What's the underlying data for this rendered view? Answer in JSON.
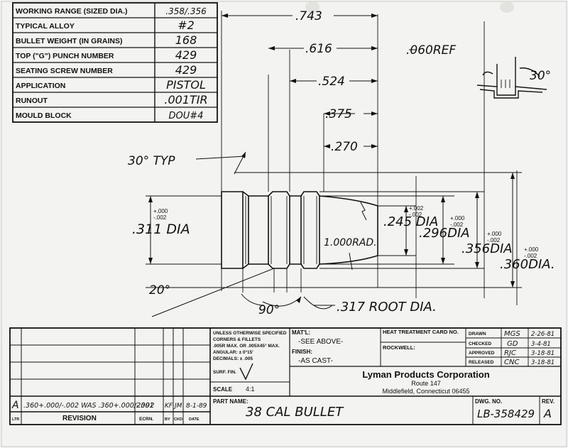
{
  "spec_table": {
    "rows": [
      {
        "label": "WORKING RANGE (SIZED DIA.)",
        "value": ".358/.356"
      },
      {
        "label": "TYPICAL ALLOY",
        "value": "#2"
      },
      {
        "label": "BULLET WEIGHT (IN GRAINS)",
        "value": "168"
      },
      {
        "label": "TOP (\"G\") PUNCH NUMBER",
        "value": "429"
      },
      {
        "label": "SEATING SCREW NUMBER",
        "value": "429"
      },
      {
        "label": "APPLICATION",
        "value": "PISTOL"
      },
      {
        "label": "RUNOUT",
        "value": ".001TIR"
      },
      {
        "label": "MOULD BLOCK",
        "value": "DOU#4"
      }
    ]
  },
  "dimensions": {
    "len_743": ".743",
    "len_616": ".616",
    "len_524": ".524",
    "len_375": ".375",
    "len_270": ".270",
    "ref_060": ".060REF",
    "angle_30": "30°",
    "typ_30": "30° TYP",
    "angle_20": "20°",
    "angle_90": "90°",
    "dia_311": ".311 DIA",
    "tol_311_plus": "+.000",
    "tol_311_minus": "-.002",
    "rad_1000": "1.000RAD.",
    "dia_245": ".245 DIA",
    "tol_245_plus": "+.002",
    "tol_245_minus": "-.002",
    "dia_296": ".296DIA",
    "tol_296_plus": "+.000",
    "tol_296_minus": "-.002",
    "dia_356": ".356DIA",
    "tol_356_plus": "+.000",
    "tol_356_minus": "-.002",
    "dia_360": ".360DIA.",
    "tol_360_plus": "+.000",
    "tol_360_minus": "-.002",
    "root_317": ".317 ROOT DIA."
  },
  "title_block": {
    "notes": [
      "UNLESS OTHERWISE SPECIFIED",
      "CORNERS & FILLETS",
      ".005R MAX. OR .005X45° MAX.",
      "ANGULAR: ± 0°15'",
      "DECIMALS: ± .005"
    ],
    "surf_fin_label": "SURF. FIN.",
    "scale_label": "SCALE",
    "scale_value": "4:1",
    "matl_label": "MAT'L:",
    "matl_value": "-SEE ABOVE-",
    "finish_label": "FINISH:",
    "finish_value": "-AS CAST-",
    "heat_label": "HEAT TREATMENT CARD NO.",
    "rockwell_label": "ROCKWELL:",
    "drawn_label": "DRAWN",
    "drawn_by": "MGS",
    "drawn_date": "2-26-81",
    "checked_label": "CHECKED",
    "checked_by": "GD",
    "checked_date": "3-4-81",
    "approved_label": "APPROVED",
    "approved_by": "RJC",
    "approved_date": "3-18-81",
    "released_label": "RELEASED",
    "released_by": "CNC",
    "released_date": "3-18-81",
    "company": "Lyman Products Corporation",
    "route": "Route 147",
    "city": "Middlefield, Connecticut 06455",
    "part_name_label": "PART NAME:",
    "part_name": "38 CAL BULLET",
    "dwg_label": "DWG. NO.",
    "dwg_no": "LB-358429",
    "rev_label": "REV.",
    "rev": "A"
  },
  "revision_block": {
    "entry_letter": "A",
    "entry_text": ".360+.000/-.002 WAS .360+.000/-.001",
    "entry_ecrn": "2392",
    "entry_by": "KF",
    "entry_ckd": "JM",
    "entry_date": "8-1-89",
    "ltr_label": "LTR",
    "revision_label": "REVISION",
    "ecrn_label": "ECRN.",
    "by_label": "BY",
    "ckd_label": "CKD",
    "date_label": "DATE"
  }
}
